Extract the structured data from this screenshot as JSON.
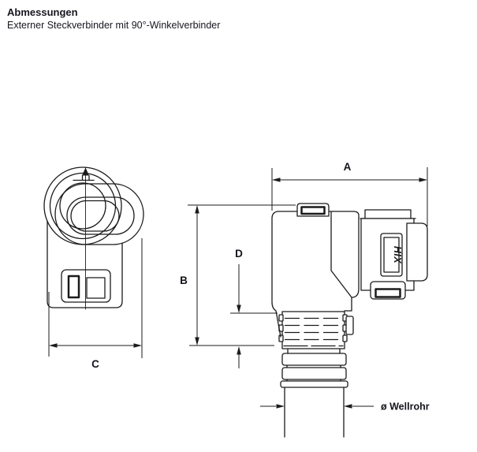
{
  "header": {
    "title": "Abmessungen",
    "subtitle": "Externer Steckverbinder mit 90°-Winkelverbinder"
  },
  "diagram": {
    "front_view": {
      "dim_width": "C"
    },
    "side_view": {
      "dim_a": "A",
      "dim_b": "B",
      "dim_d": "D",
      "dim_tube": "ø Wellrohr",
      "logo": "HIX"
    },
    "colors": {
      "line": "#1b1b1b",
      "text": "#14141c",
      "background": "#ffffff"
    }
  }
}
